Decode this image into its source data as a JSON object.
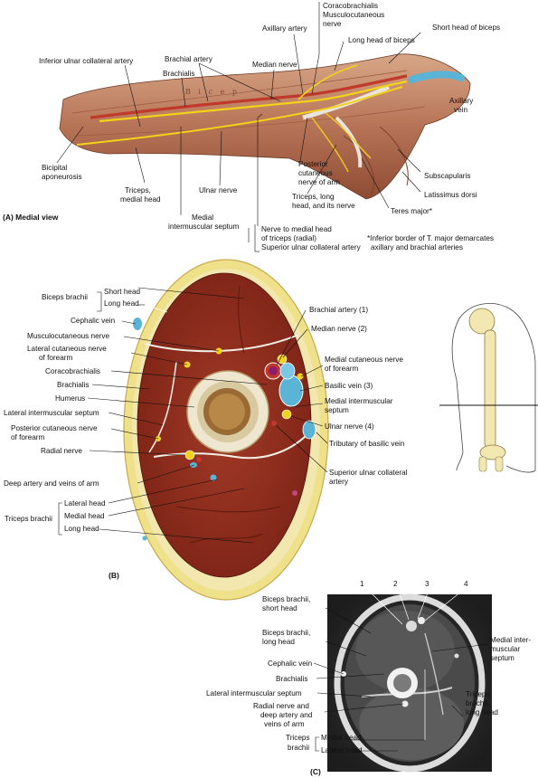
{
  "panel_a": {
    "caption": "(A) Medial view",
    "footnote_1": "*Inferior border of T. major demarcates",
    "footnote_2": "axillary and brachial arteries",
    "labels": {
      "coracobrachialis": "Coracobrachialis",
      "musculocutaneous_nerve": "Musculocutaneous",
      "musculocutaneous_nerve_2": "nerve",
      "axillary_artery": "Axillary artery",
      "long_head_biceps": "Long head of biceps",
      "short_head_biceps": "Short head of biceps",
      "inferior_ulnar_collateral_artery": "Inferior ulnar collateral artery",
      "brachial_artery": "Brachial artery",
      "brachialis": "Brachialis",
      "median_nerve": "Median nerve",
      "axillary_vein_1": "Axillary",
      "axillary_vein_2": "vein",
      "bicipital_aponeurosis_1": "Bicipital",
      "bicipital_aponeurosis_2": "aponeurosis",
      "triceps_medial_head_1": "Triceps,",
      "triceps_medial_head_2": "medial head",
      "ulnar_nerve": "Ulnar nerve",
      "posterior_cutaneous_1": "Posterior",
      "posterior_cutaneous_2": "cutaneous",
      "posterior_cutaneous_3": "nerve of arm",
      "subscapularis": "Subscapularis",
      "latissimus_dorsi": "Latissimus dorsi",
      "triceps_long_head_1": "Triceps, long",
      "triceps_long_head_2": "head, and its nerve",
      "teres_major": "Teres major*",
      "medial_intermuscular_septum_1": "Medial",
      "medial_intermuscular_septum_2": "intermuscular septum",
      "nerve_to_medial_head_1": "Nerve to medial head",
      "nerve_to_medial_head_2": "of triceps (radial)",
      "superior_ulnar_collateral_artery": "Superior ulnar collateral artery"
    }
  },
  "panel_b": {
    "caption": "(B)",
    "left_labels": {
      "biceps_brachii": "Biceps brachii",
      "short_head": "Short head",
      "long_head": "Long head",
      "cephalic_vein": "Cephalic vein",
      "musculocutaneous_nerve": "Musculocutaneous nerve",
      "lateral_cutaneous_1": "Lateral cutaneous nerve",
      "lateral_cutaneous_2": "of forearm",
      "coracobrachialis": "Coracobrachialis",
      "brachialis": "Brachialis",
      "humerus": "Humerus",
      "lateral_intermuscular_septum": "Lateral intermuscular septum",
      "posterior_cutaneous_1": "Posterior cutaneous nerve",
      "posterior_cutaneous_2": "of forearm",
      "radial_nerve": "Radial nerve",
      "deep_artery": "Deep artery and veins of arm",
      "triceps_brachii": "Triceps brachii",
      "lateral_head": "Lateral head",
      "medial_head": "Medial head",
      "long_head_t": "Long head"
    },
    "right_labels": {
      "brachial_artery": "Brachial artery (1)",
      "median_nerve": "Median nerve (2)",
      "medial_cutaneous_1": "Medial cutaneous nerve",
      "medial_cutaneous_2": "of forearm",
      "basilic_vein": "Basilic vein (3)",
      "medial_septum_1": "Medial intermuscular",
      "medial_septum_2": "septum",
      "ulnar_nerve": "Ulnar nerve (4)",
      "tributary": "Tributary of basilic vein",
      "superior_ulnar_1": "Superior ulnar collateral",
      "superior_ulnar_2": "artery"
    }
  },
  "panel_c": {
    "caption": "(C)",
    "numbers": [
      "1",
      "2",
      "3",
      "4"
    ],
    "labels": {
      "biceps_short_1": "Biceps brachii,",
      "biceps_short_2": "short head",
      "biceps_long_1": "Biceps brachii,",
      "biceps_long_2": "long head",
      "cephalic_vein": "Cephalic vein",
      "brachialis": "Brachialis",
      "lateral_septum": "Lateral intermuscular septum",
      "radial_1": "Radial nerve and",
      "radial_2": "deep artery and",
      "radial_3": "veins of arm",
      "triceps_1": "Triceps",
      "triceps_2": "brachii",
      "medial_head": "Medial head",
      "lateral_head": "Lateral head",
      "medial_septum_1": "Medial inter-",
      "medial_septum_2": "muscular",
      "medial_septum_3": "septum",
      "triceps_long_1": "Triceps",
      "triceps_long_2": "brachii,",
      "triceps_long_3": "long head"
    }
  },
  "colors": {
    "muscle": "#8e2a1c",
    "fat": "#efe08a",
    "nerve": "#f2d21a",
    "artery": "#c0392b",
    "vein": "#5ab4d6",
    "bone": "#e9dcc0"
  }
}
